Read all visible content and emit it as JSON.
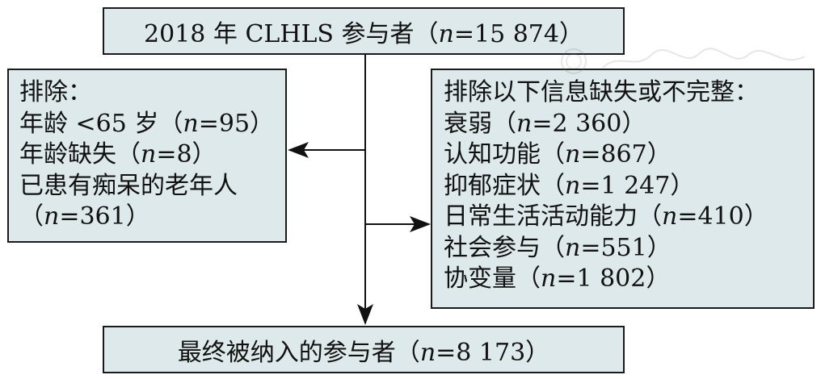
{
  "top_box": {
    "text": "2018 年 CLHLS 参与者（n=15 874）"
  },
  "left_box": {
    "lines": [
      "排除：",
      "年龄 <65 岁（n=95）",
      "年龄缺失（n=8）",
      "已患有痴呆的老年人",
      "（n=361）"
    ]
  },
  "right_box": {
    "lines": [
      "排除以下信息缺失或不完整：",
      "衰弱（n=2 360）",
      "认知功能（n=867）",
      "抑郁症状（n=1 247）",
      "日常生活活动能力（n=410）",
      "社会参与（n=551）",
      "协变量（n=1 802）"
    ]
  },
  "bottom_box": {
    "text": "最终被纳入的参与者（n=8 173）"
  },
  "colors": {
    "box_fill": "#dde9ea",
    "border": "#1a1a1a",
    "arrow": "#111111"
  }
}
